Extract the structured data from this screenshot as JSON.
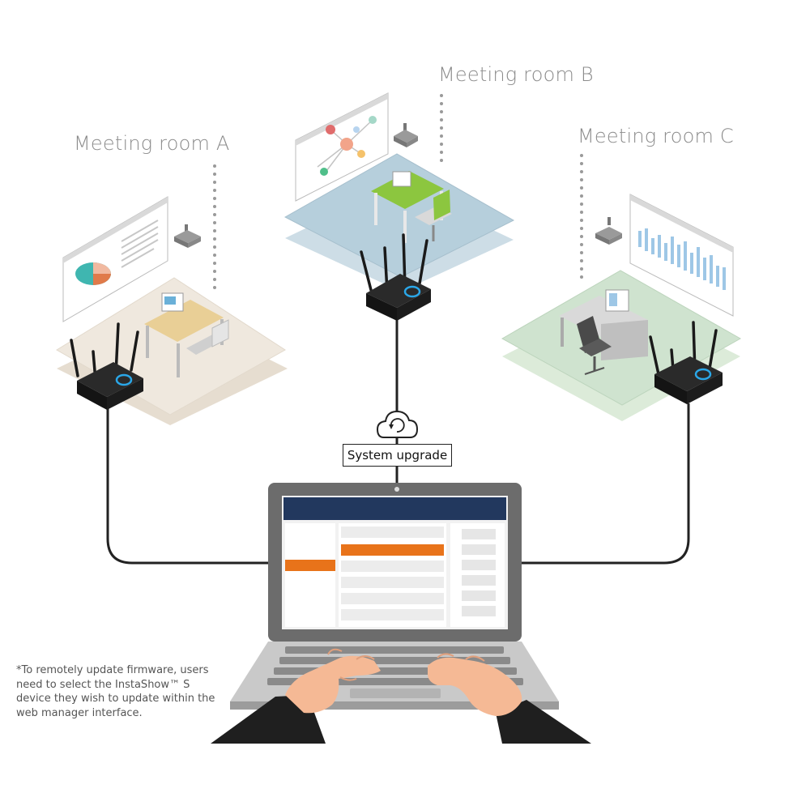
{
  "rooms": {
    "a": {
      "label": "Meeting room A"
    },
    "b": {
      "label": "Meeting room B"
    },
    "c": {
      "label": "Meeting room C"
    }
  },
  "upgrade_label": "System upgrade",
  "footnote": "*To remotely update firmware, users need to select the InstaShow™ S device they wish to update within the web manager interface.",
  "colors": {
    "room_a_floor": "#ede6dc",
    "room_b_floor": "#b3cbd9",
    "room_c_floor": "#cfe3cf",
    "device_body": "#1c1c1c",
    "device_ring": "#2aa7e8",
    "screen_header": "#22385e",
    "highlight_row": "#e8731a",
    "cable": "#222222"
  }
}
